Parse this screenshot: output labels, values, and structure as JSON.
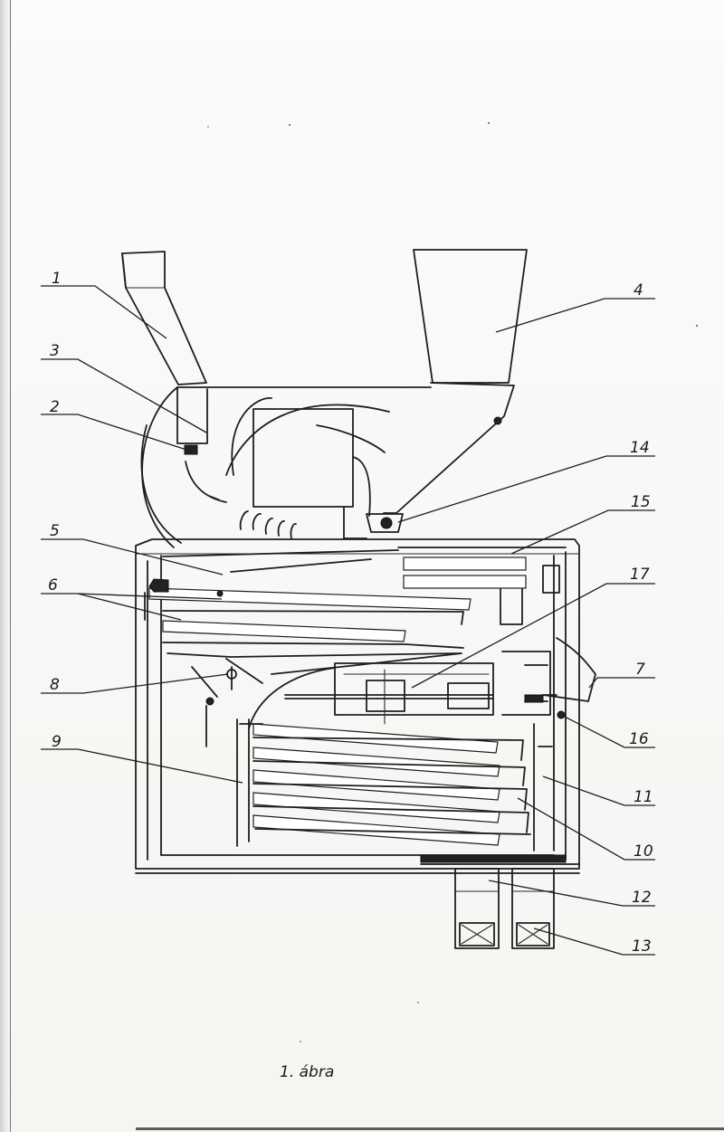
{
  "figure": {
    "caption": "1. ábra"
  },
  "callouts": [
    {
      "id": "1",
      "text": "1"
    },
    {
      "id": "3",
      "text": "3"
    },
    {
      "id": "2",
      "text": "2"
    },
    {
      "id": "5",
      "text": "5"
    },
    {
      "id": "6",
      "text": "6"
    },
    {
      "id": "8",
      "text": "8"
    },
    {
      "id": "9",
      "text": "9"
    },
    {
      "id": "4",
      "text": "4"
    },
    {
      "id": "14",
      "text": "14"
    },
    {
      "id": "15",
      "text": "15"
    },
    {
      "id": "17",
      "text": "17"
    },
    {
      "id": "7",
      "text": "7"
    },
    {
      "id": "16",
      "text": "16"
    },
    {
      "id": "11",
      "text": "11"
    },
    {
      "id": "10",
      "text": "10"
    },
    {
      "id": "12",
      "text": "12"
    },
    {
      "id": "13",
      "text": "13"
    }
  ],
  "colors": {
    "ink": "#1e1e1e",
    "paper": "#f8f7f5"
  }
}
